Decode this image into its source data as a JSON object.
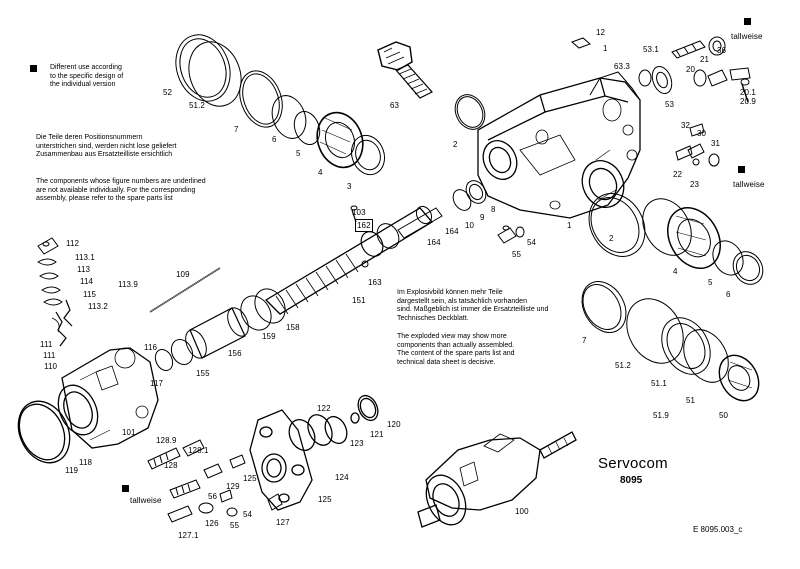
{
  "brand": "Servocom",
  "model": "8095",
  "doc_id": "E 8095.003_c",
  "notes": {
    "optional_parts_de_en": "Different use according\nto the specific design of\nthe individual version",
    "positions_de": "Die Teile deren Positionsnummern\nunterstrichen sind, werden nicht lose geliefert\nZusammenbau aus Ersatzteilliste ersichtlich",
    "positions_en": "The components whose figure numbers are underlined\nare not available individually. For the corresponding\nassembly, please refer to the spare parts list",
    "exploded_de": "Im Explosivbild können mehr Teile\ndargestellt sein, als tatsächlich vorhanden\nsind. Maßgeblich ist immer die Ersatzteilliste und\nTechnisches Deckblatt.",
    "exploded_en": "The exploded view may show more\ncomponents than actually assembled.\nThe content of the spare parts list and\ntechnical data sheet is decisive."
  },
  "optional_label": "tallweise",
  "optional_label_top_right": "tallweise",
  "callouts": {
    "c12": "12",
    "c1a": "1",
    "c531": "53.1",
    "c36": "36",
    "c21": "21",
    "c20a": "20",
    "c633": "63.3",
    "c53a": "53",
    "c201": "20.1",
    "c209": "20.9",
    "c52a": "52",
    "c512a": "51.2",
    "c7a": "7",
    "c6a": "6",
    "c5a": "5",
    "c4a": "4",
    "c3": "3",
    "c63": "63",
    "c2a": "2",
    "c32": "32",
    "c30": "30",
    "c31": "31",
    "c22": "22",
    "c23": "23",
    "c103": "103",
    "c162": "162",
    "c164": "164",
    "c10": "10",
    "c9": "9",
    "c8": "8",
    "c54a": "54",
    "c55a": "55",
    "c1b": "1",
    "c2b": "2",
    "c112": "112",
    "c1131": "113.1",
    "c113": "113",
    "c114": "114",
    "c115": "115",
    "c1132": "113.2",
    "c1139": "113.9",
    "c109": "109",
    "c151": "151",
    "c163": "163",
    "c158": "158",
    "c159": "159",
    "c111": "111",
    "c1111": "111",
    "c110": "110",
    "c116": "116",
    "c117": "117",
    "c155": "155",
    "c156": "156",
    "c4b": "4",
    "c5b": "5",
    "c6b": "6",
    "c7b": "7",
    "c512b": "51.2",
    "c511": "51.1",
    "c51": "51",
    "c519": "51.9",
    "c50": "50",
    "c101": "101",
    "c118": "118",
    "c119": "119",
    "c122": "122",
    "c123": "123",
    "c121": "121",
    "c120": "120",
    "c124": "124",
    "c1289": "128.9",
    "c1281": "128.1",
    "c128": "128",
    "c129": "129",
    "c56": "56",
    "c125a": "125",
    "c127": "127",
    "c1271": "127.1",
    "c126": "126",
    "c55b": "55",
    "c54b": "54",
    "c125b": "125",
    "c100": "100"
  }
}
